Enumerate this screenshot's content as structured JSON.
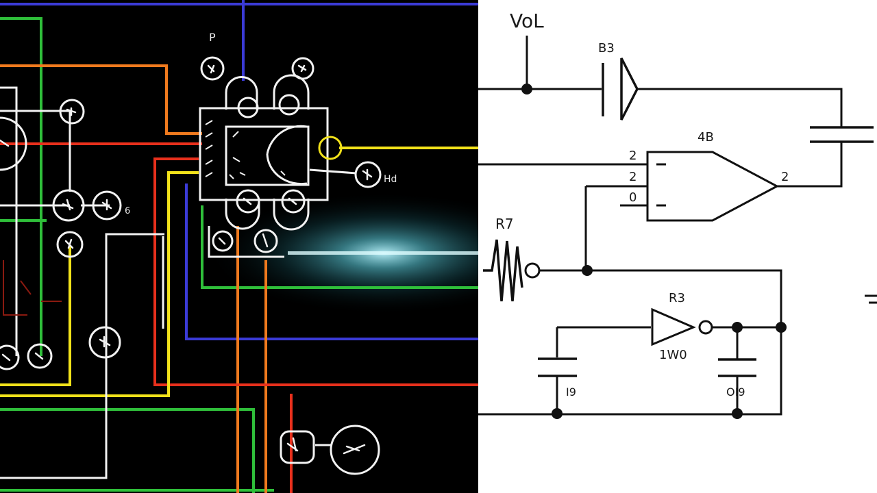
{
  "colors": {
    "left_background": "#000000",
    "right_background": "#ffffff",
    "wire_blue": "#3b3bd6",
    "wire_green": "#2fbf3a",
    "wire_orange": "#f07a1e",
    "wire_red": "#e8301c",
    "wire_yellow": "#f2e21a",
    "wire_white": "#f2f2f2",
    "glow": "#5fd6e6",
    "ink": "#111111"
  },
  "left_panel": {
    "labels": {
      "top_small": "P",
      "side_right": "Hd",
      "mid_tag": "6"
    }
  },
  "right_panel": {
    "labels": {
      "vol": "VoL",
      "b3": "B3",
      "a3": "4B",
      "pin_top": "2",
      "pin_mid": "2",
      "pin_bot": "0",
      "out_pin": "2",
      "r7": "R7",
      "r3": "R3",
      "inv_label": "1W0",
      "cap_left": "I9",
      "cap_right": "OI9"
    }
  }
}
